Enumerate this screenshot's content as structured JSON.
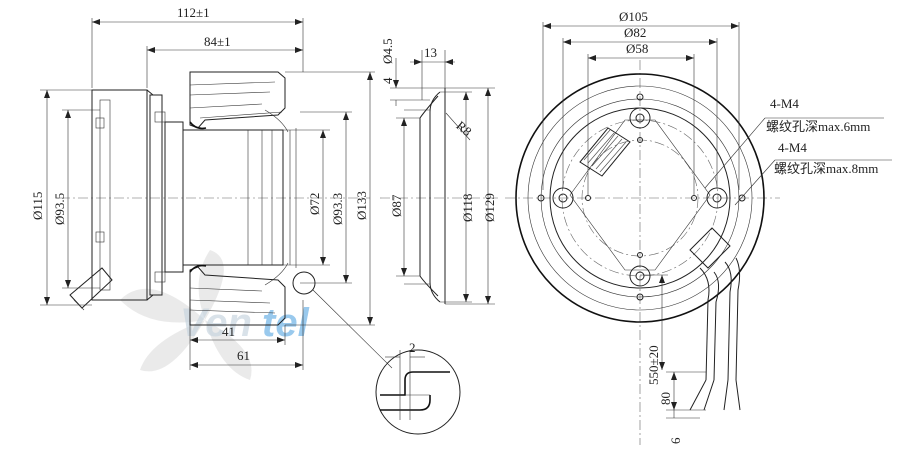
{
  "dimensions": {
    "d112": "112±1",
    "d84": "84±1",
    "d115": "Ø115",
    "d93_5": "Ø93.5",
    "d72": "Ø72",
    "d93_3": "Ø93.3",
    "d133": "Ø133",
    "d41": "41",
    "d61": "61",
    "d4_5": "Ø4.5",
    "d4": "4",
    "d13": "13",
    "r8": "R8",
    "d87": "Ø87",
    "d118": "Ø118",
    "d129": "Ø129",
    "d2": "2",
    "d105": "Ø105",
    "d82": "Ø82",
    "d58": "Ø58",
    "d550": "550±20",
    "d80": "80",
    "d6": "6"
  },
  "notes": {
    "m4_a_title": "4-M4",
    "m4_a_text": "螺纹孔深max.6mm",
    "m4_b_title": "4-M4",
    "m4_b_text": "螺纹孔深max.8mm"
  },
  "watermark": {
    "text_a": "Ven",
    "text_b": "tel"
  }
}
